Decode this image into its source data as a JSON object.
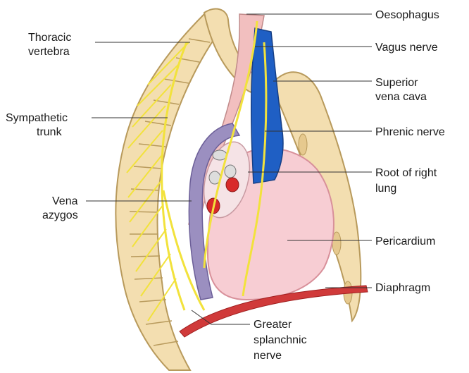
{
  "labels": {
    "thoracic_vertebra": [
      "Thoracic",
      "vertebra"
    ],
    "sympathetic_trunk": [
      "Sympathetic",
      "trunk"
    ],
    "vena_azygos": [
      "Vena",
      "azygos"
    ],
    "oesophagus": [
      "Oesophagus"
    ],
    "vagus_nerve": [
      "Vagus nerve"
    ],
    "superior_vena_cava": [
      "Superior",
      "vena cava"
    ],
    "phrenic_nerve": [
      "Phrenic nerve"
    ],
    "root_of_right_lung": [
      "Root of right",
      "lung"
    ],
    "pericardium": [
      "Pericardium"
    ],
    "diaphragm": [
      "Diaphragm"
    ],
    "greater_splanchnic_nerve": [
      "Greater",
      "splanchnic",
      "nerve"
    ]
  },
  "colors": {
    "bone": "#f3deb0",
    "bone_outline": "#b89a5c",
    "nerve": "#f2e23c",
    "vein": "#1f5fc4",
    "azygos": "#9b8fc0",
    "oesophagus": "#f2bfbf",
    "pericardium": "#f7cdd3",
    "diaphragm": "#d03a3a",
    "artery": "#d82a2a"
  }
}
